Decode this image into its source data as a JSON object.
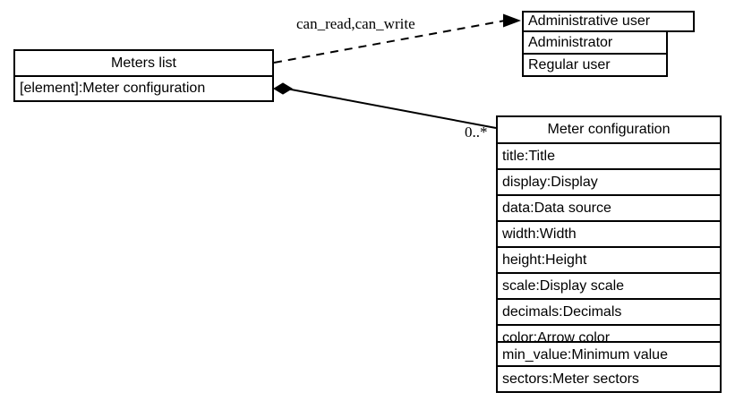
{
  "diagram": {
    "type": "uml-class-diagram",
    "background": "#ffffff",
    "line_color": "#000000",
    "classes": [
      {
        "id": "meters-list",
        "title": "Meters list",
        "rows": [
          "[element]:Meter configuration"
        ]
      },
      {
        "id": "administrative-user",
        "title": "Administrative user",
        "rows": [
          "Administrator",
          "Regular user"
        ]
      },
      {
        "id": "meter-configuration",
        "title": "Meter configuration",
        "rows": [
          "title:Title",
          "display:Display",
          "data:Data source",
          "width:Width",
          "height:Height",
          "scale:Display scale",
          "decimals:Decimals",
          "color:Arrow color",
          "min_value:Minimum value",
          "sectors:Meter sectors"
        ]
      }
    ],
    "edges": [
      {
        "id": "permission-edge",
        "from": "meters-list",
        "to": "administrative-user",
        "style": "dashed",
        "arrow": "open-arrow",
        "label": "can_read,can_write"
      },
      {
        "id": "composition-edge",
        "from": "meters-list",
        "to": "meter-configuration",
        "style": "solid",
        "arrow": "filled-diamond",
        "label": "0..*"
      }
    ]
  }
}
